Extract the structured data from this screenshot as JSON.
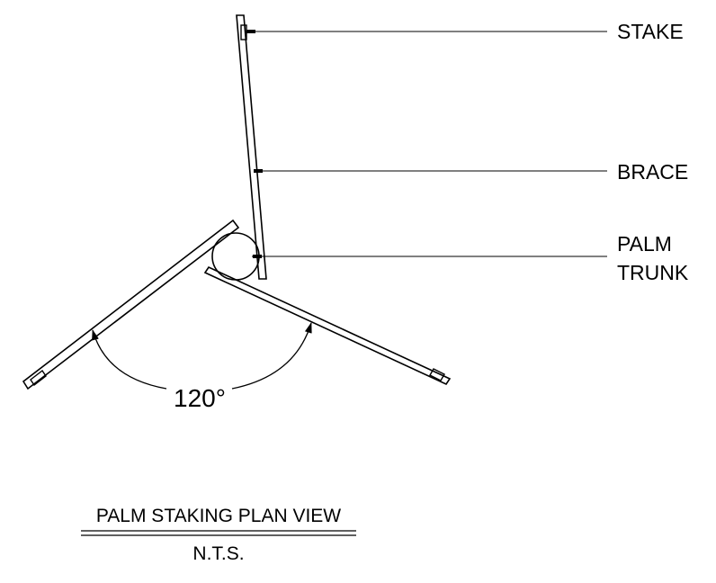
{
  "labels": {
    "stake": "STAKE",
    "brace": "BRACE",
    "palm_line1": "PALM",
    "palm_line2": "TRUNK"
  },
  "dimension": {
    "angle": "120°"
  },
  "title": {
    "main": "PALM STAKING PLAN VIEW",
    "scale": "N.T.S."
  },
  "colors": {
    "ink": "#000000",
    "background": "#ffffff"
  }
}
